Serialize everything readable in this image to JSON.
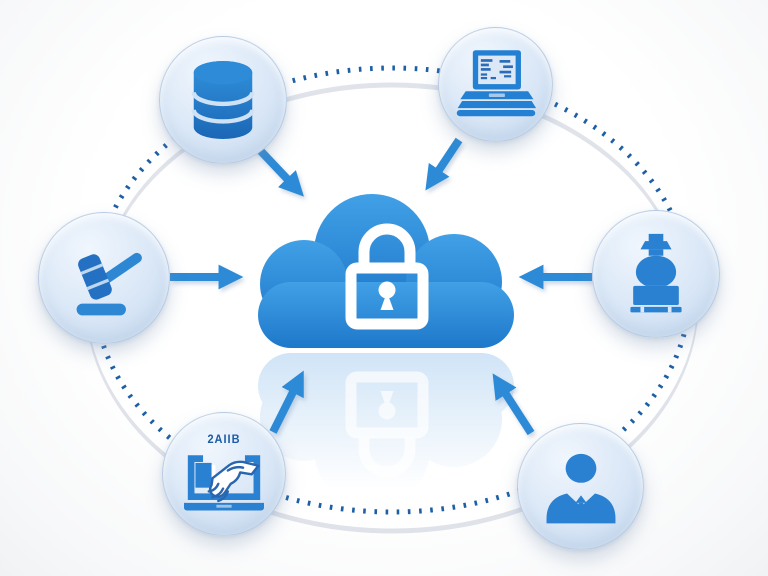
{
  "diagram": {
    "description_visible_text_only": true,
    "center": {
      "id": "cloud",
      "icon": "cloud-lock-icon"
    },
    "nodes": [
      {
        "id": "database",
        "icon": "database-icon"
      },
      {
        "id": "laptop",
        "icon": "laptop-icon"
      },
      {
        "id": "gavel",
        "icon": "gavel-icon"
      },
      {
        "id": "stamp",
        "icon": "stamp-icon"
      },
      {
        "id": "handshake",
        "icon": "handshake-laptop-icon",
        "label": "2AIIB"
      },
      {
        "id": "person",
        "icon": "businessperson-icon"
      }
    ],
    "arrows": [
      {
        "from": "database",
        "to": "cloud",
        "direction": "down-right"
      },
      {
        "from": "laptop",
        "to": "cloud",
        "direction": "down-left"
      },
      {
        "from": "gavel",
        "to": "cloud",
        "direction": "right"
      },
      {
        "from": "stamp",
        "to": "cloud",
        "direction": "left"
      },
      {
        "from": "handshake",
        "to": "cloud",
        "direction": "up-right"
      },
      {
        "from": "person",
        "to": "cloud",
        "direction": "up-left"
      }
    ],
    "ring": {
      "style": "dotted-ellipse-over-white-embossed-ring"
    },
    "colors": {
      "cloud_blue_top": "#41a0e6",
      "cloud_blue_bottom": "#1e78ca",
      "icon_blue": "#2a80d1",
      "arrow_blue": "#2c8ad6",
      "dot_blue": "#1d5fa6",
      "node_bg": "#d9e6f6",
      "reflection_blue": "#c7dff5",
      "lock_white": "#ffffff",
      "background": "#ffffff"
    }
  }
}
